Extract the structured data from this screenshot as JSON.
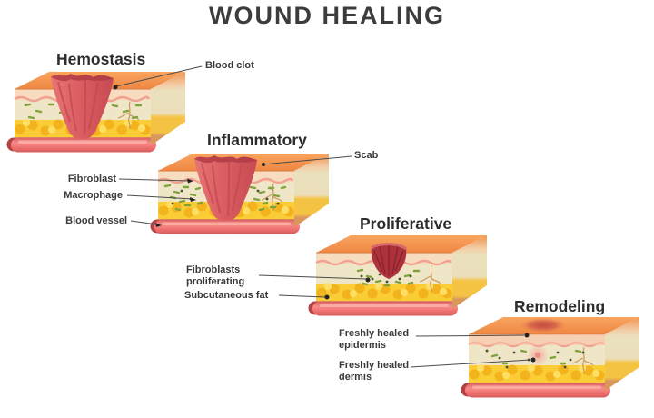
{
  "title": "WOUND HEALING",
  "stages": [
    {
      "name": "Hemostasis",
      "labels": {
        "blood_clot": "Blood clot"
      }
    },
    {
      "name": "Inflammatory",
      "labels": {
        "scab": "Scab",
        "fibroblast": "Fibroblast",
        "macrophage": "Macrophage",
        "blood_vessel": "Blood vessel"
      }
    },
    {
      "name": "Proliferative",
      "labels": {
        "fibroblasts_proliferating": "Fibroblasts\nproliferating",
        "subcutaneous_fat": "Subcutaneous fat"
      }
    },
    {
      "name": "Remodeling",
      "labels": {
        "freshly_healed_epidermis": "Freshly healed\nepidermis",
        "freshly_healed_dermis": "Freshly healed\ndermis"
      }
    }
  ],
  "colors": {
    "title_text": "#3c3c3c",
    "label_text": "#3a3a3a",
    "skin_surface": "#f2914c",
    "epidermis": "#f7dcc0",
    "dermis": "#efe6c8",
    "subcutaneous_fat": "#facd36",
    "blood_vessel": "#f0716e",
    "blood_clot": "#d6555b",
    "fibroblast_green": "#7fa33c",
    "macrophage_dark": "#45542b"
  }
}
